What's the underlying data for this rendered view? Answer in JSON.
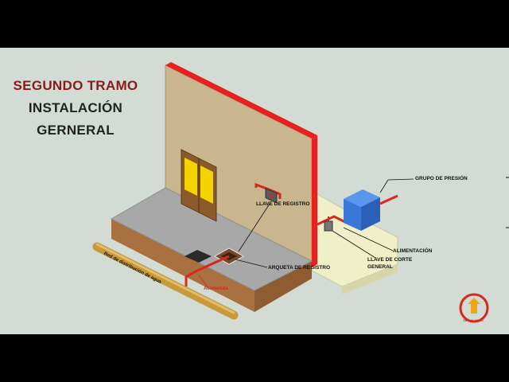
{
  "title": {
    "line1": "SEGUNDO TRAMO",
    "line2": "INSTALACIÓN",
    "line3": "GERNERAL"
  },
  "labels": {
    "grupo_presion": "GRUPO DE PRESIÓN",
    "llave_registro": "LLAVE DE REGISTRO",
    "alimentacion": "ALIMENTACIÓN",
    "llave_corte_1": "LLAVE DE CORTE",
    "llave_corte_2": "GENERAL",
    "arqueta_registro": "ARQUETA DE REGISTRO",
    "red_distribucion": "Red de distribución de agua",
    "acometida": "Acometida"
  },
  "logo": {
    "text": "TECH LANDS"
  },
  "colors": {
    "background": "#d2dcd4",
    "title_accent": "#8b1a1a",
    "wall": "#c9b68e",
    "wall_edge": "#e8211c",
    "floor": "#a8a8a8",
    "earth": "#b07a48",
    "pipe_red": "#d8281e",
    "pipe_main": "#c79a3c",
    "pump_blue": "#3a78d8",
    "door": "#8b5a2b",
    "door_glass": "#f3d400"
  }
}
